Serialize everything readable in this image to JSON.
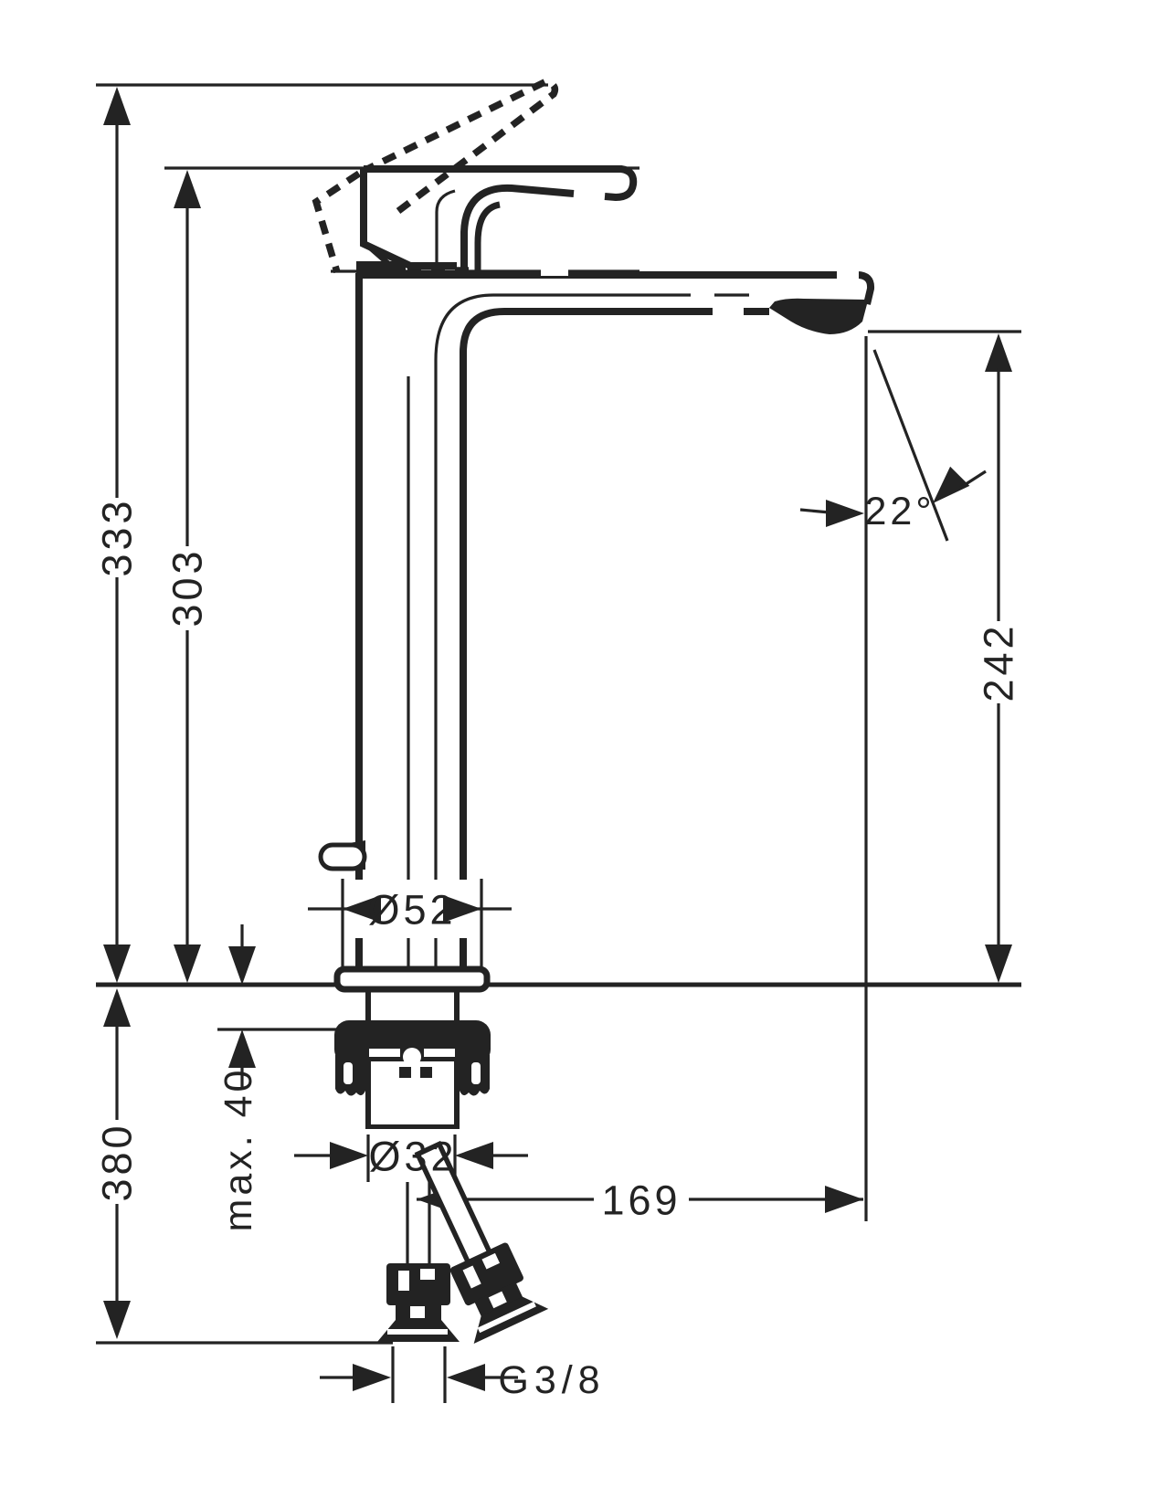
{
  "drawing": {
    "background_color": "#ffffff",
    "line_color": "#232323",
    "subject": "single-lever basin mixer, side elevation with installation dimensions",
    "labels": {
      "overall_height": "333",
      "handle_height": "303",
      "spout_outlet_height": "242",
      "spout_angle": "22°",
      "base_diameter": "Ø52",
      "max_mounting_thickness": "max. 40",
      "supply_hose_drop": "380",
      "tap_hole_diameter": "Ø32",
      "spout_reach": "169",
      "supply_connection_thread": "G3/8"
    }
  }
}
